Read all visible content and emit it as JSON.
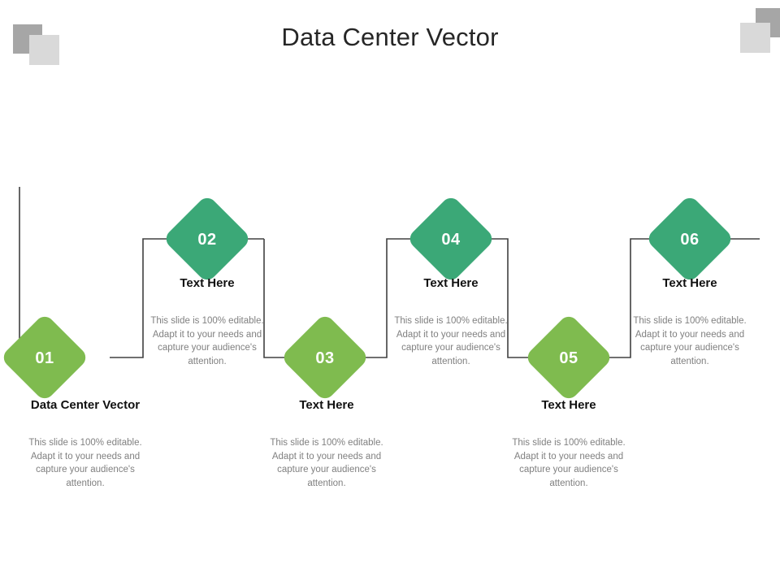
{
  "slide": {
    "title": "Data Center Vector",
    "background": "#ffffff"
  },
  "decor": {
    "dark_square_color": "#a6a6a6",
    "light_square_color": "#d9d9d9"
  },
  "palette": {
    "light_green": "#7fbb4f",
    "teal_green": "#3ba877",
    "connector_line": "#404040",
    "heading_text": "#111111",
    "body_text": "#808080",
    "number_text": "#ffffff"
  },
  "body_text_default": "This slide is 100% editable. Adapt it to your needs and capture your audience's attention.",
  "nodes": [
    {
      "number": "01",
      "heading": "Data Center Vector",
      "body": "This slide is 100% editable. Adapt it to your needs and capture your audience's attention.",
      "color": "#7fbb4f",
      "row": "bottom"
    },
    {
      "number": "02",
      "heading": "Text Here",
      "body": "This slide is 100% editable. Adapt it to your needs and capture your audience's attention.",
      "color": "#3ba877",
      "row": "top"
    },
    {
      "number": "03",
      "heading": "Text Here",
      "body": "This slide is 100% editable. Adapt it to your needs and capture your audience's attention.",
      "color": "#7fbb4f",
      "row": "bottom"
    },
    {
      "number": "04",
      "heading": "Text Here",
      "body": "This slide is 100% editable. Adapt it to your needs and capture your audience's attention.",
      "color": "#3ba877",
      "row": "top"
    },
    {
      "number": "05",
      "heading": "Text Here",
      "body": "This slide is 100% editable. Adapt it to your needs and capture your audience's attention.",
      "color": "#7fbb4f",
      "row": "bottom"
    },
    {
      "number": "06",
      "heading": "Text Here",
      "body": "This slide is 100% editable. Adapt it to your needs and capture your audience's attention.",
      "color": "#3ba877",
      "row": "top"
    }
  ]
}
